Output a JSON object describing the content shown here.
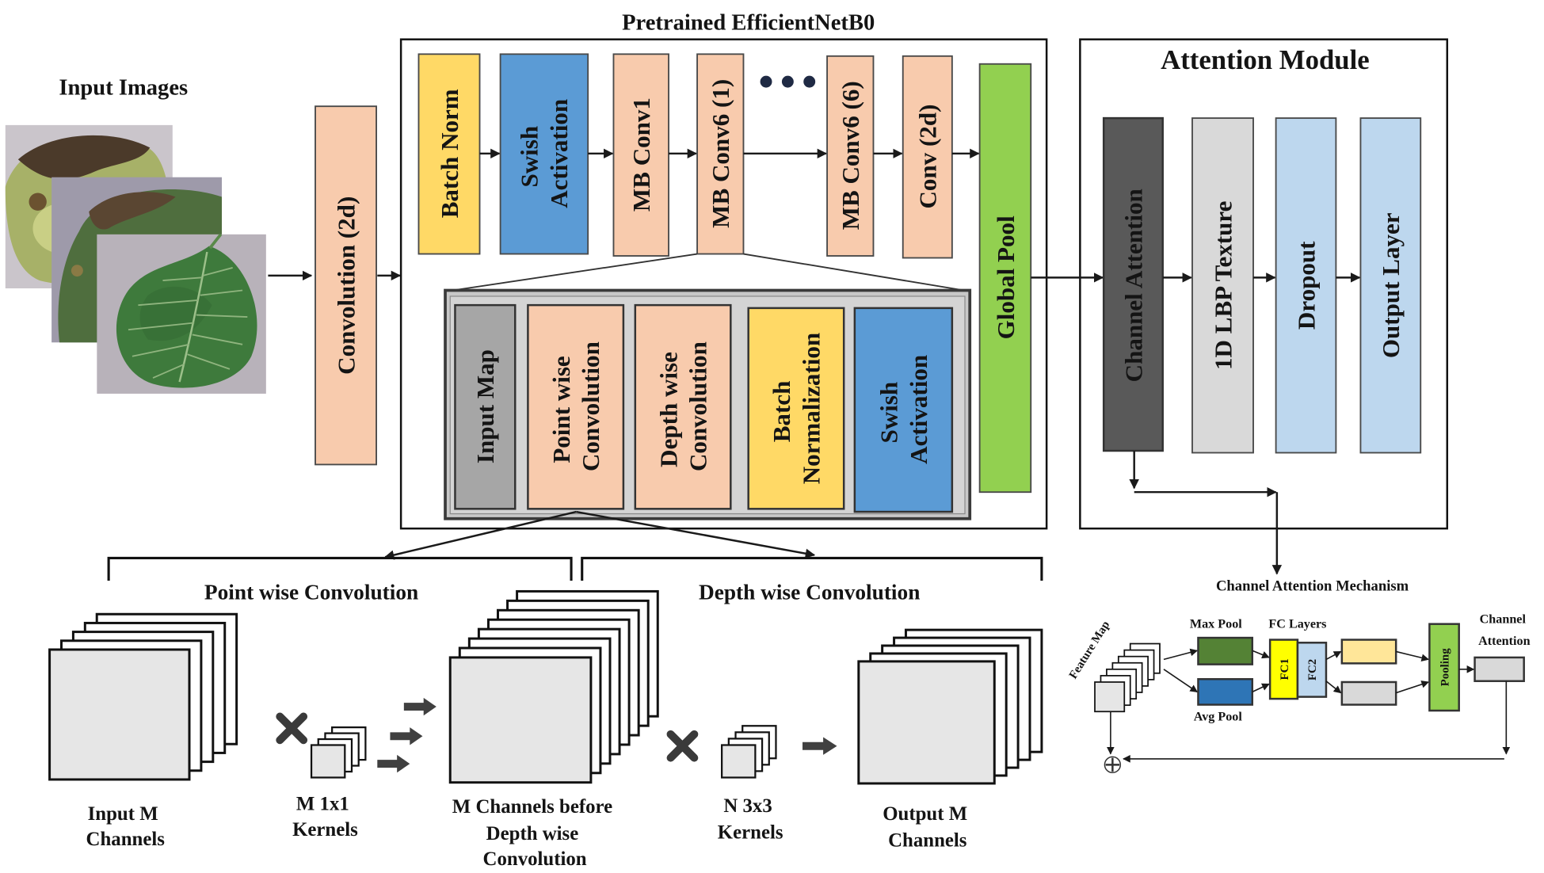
{
  "input_images": {
    "title": "Input Images"
  },
  "stem_conv": "Convolution (2d)",
  "efficientnet": {
    "title": "Pretrained EfficientNetB0",
    "batch_norm": "Batch Norm",
    "swish": [
      "Swish",
      "Activation"
    ],
    "mbconv1": "MB Conv1",
    "mbconv6_first": "MB Conv6 (1)",
    "mbconv6_last": "MB Conv6 (6)",
    "conv2d": "Conv (2d)",
    "global_pool": "Global Pool"
  },
  "mbconv_block": {
    "input_map": "Input Map",
    "pointwise": [
      "Point wise",
      "Convolution"
    ],
    "depthwise": [
      "Depth wise",
      "Convolution"
    ],
    "batch_norm": [
      "Batch",
      "Normalization"
    ],
    "swish": [
      "Swish",
      "Activation"
    ]
  },
  "attention_module": {
    "title": "Attention Module",
    "channel_attention": "Channel Attention",
    "lbp_texture": "1D LBP Texture",
    "dropout": "Dropout",
    "output_layer": "Output Layer"
  },
  "pointwise_convolution": {
    "title": "Point wise Convolution",
    "input_channels": [
      "Input M",
      "Channels"
    ],
    "kernels": [
      "M 1x1",
      "Kernels"
    ]
  },
  "depthwise_convolution": {
    "title": "Depth wise Convolution",
    "intermediate_channels": [
      "M Channels before",
      "Depth wise",
      "Convolution"
    ],
    "kernels": [
      "N 3x3",
      "Kernels"
    ],
    "output_channels": [
      "Output M",
      "Channels"
    ]
  },
  "channel_attention_mechanism": {
    "title": "Channel Attention Mechanism",
    "feature_map": "Feature Map",
    "max_pool": "Max Pool",
    "avg_pool": "Avg Pool",
    "fc_layers": "FC Layers",
    "fc1": "FC1",
    "fc2": "FC2",
    "pooling": "Pooling",
    "output": [
      "Channel",
      "Attention"
    ]
  },
  "colors": {
    "peach": "#f8cbad",
    "yellow": "#ffd966",
    "blue": "#5b9bd5",
    "green": "#92d050",
    "gray": "#a6a6a6",
    "dark_gray": "#595959",
    "light_gray": "#d9d9d9",
    "light_blue": "#bdd7ee",
    "max_pool": "#548235",
    "avg_pool": "#2e75b6",
    "fc1": "#ffff00",
    "pale_yellow": "#ffe699"
  }
}
